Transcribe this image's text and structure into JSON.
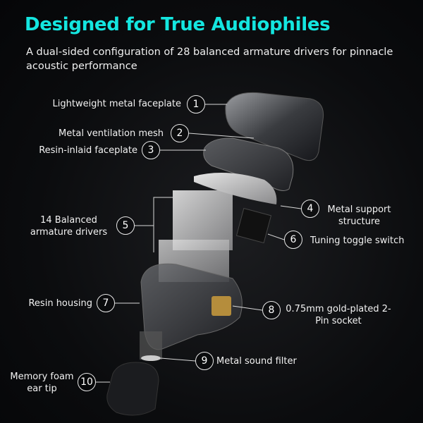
{
  "header": {
    "title": "Designed for True Audiophiles",
    "subtitle": "A dual-sided configuration of 28 balanced armature drivers for pinnacle acoustic performance"
  },
  "colors": {
    "accent": "#14e6e0",
    "background": "#0b0c0e",
    "text": "#f2f2f2"
  },
  "callouts": [
    {
      "number": "1",
      "label": "Lightweight metal faceplate"
    },
    {
      "number": "2",
      "label": "Metal ventilation mesh"
    },
    {
      "number": "3",
      "label": "Resin-inlaid faceplate"
    },
    {
      "number": "4",
      "label": "Metal support structure"
    },
    {
      "number": "5",
      "label": "14 Balanced armature drivers"
    },
    {
      "number": "6",
      "label": "Tuning toggle switch"
    },
    {
      "number": "7",
      "label": "Resin housing"
    },
    {
      "number": "8",
      "label": "0.75mm gold-plated 2-Pin socket"
    },
    {
      "number": "9",
      "label": "Metal sound filter"
    },
    {
      "number": "10",
      "label": "Memory foam ear tip"
    }
  ]
}
